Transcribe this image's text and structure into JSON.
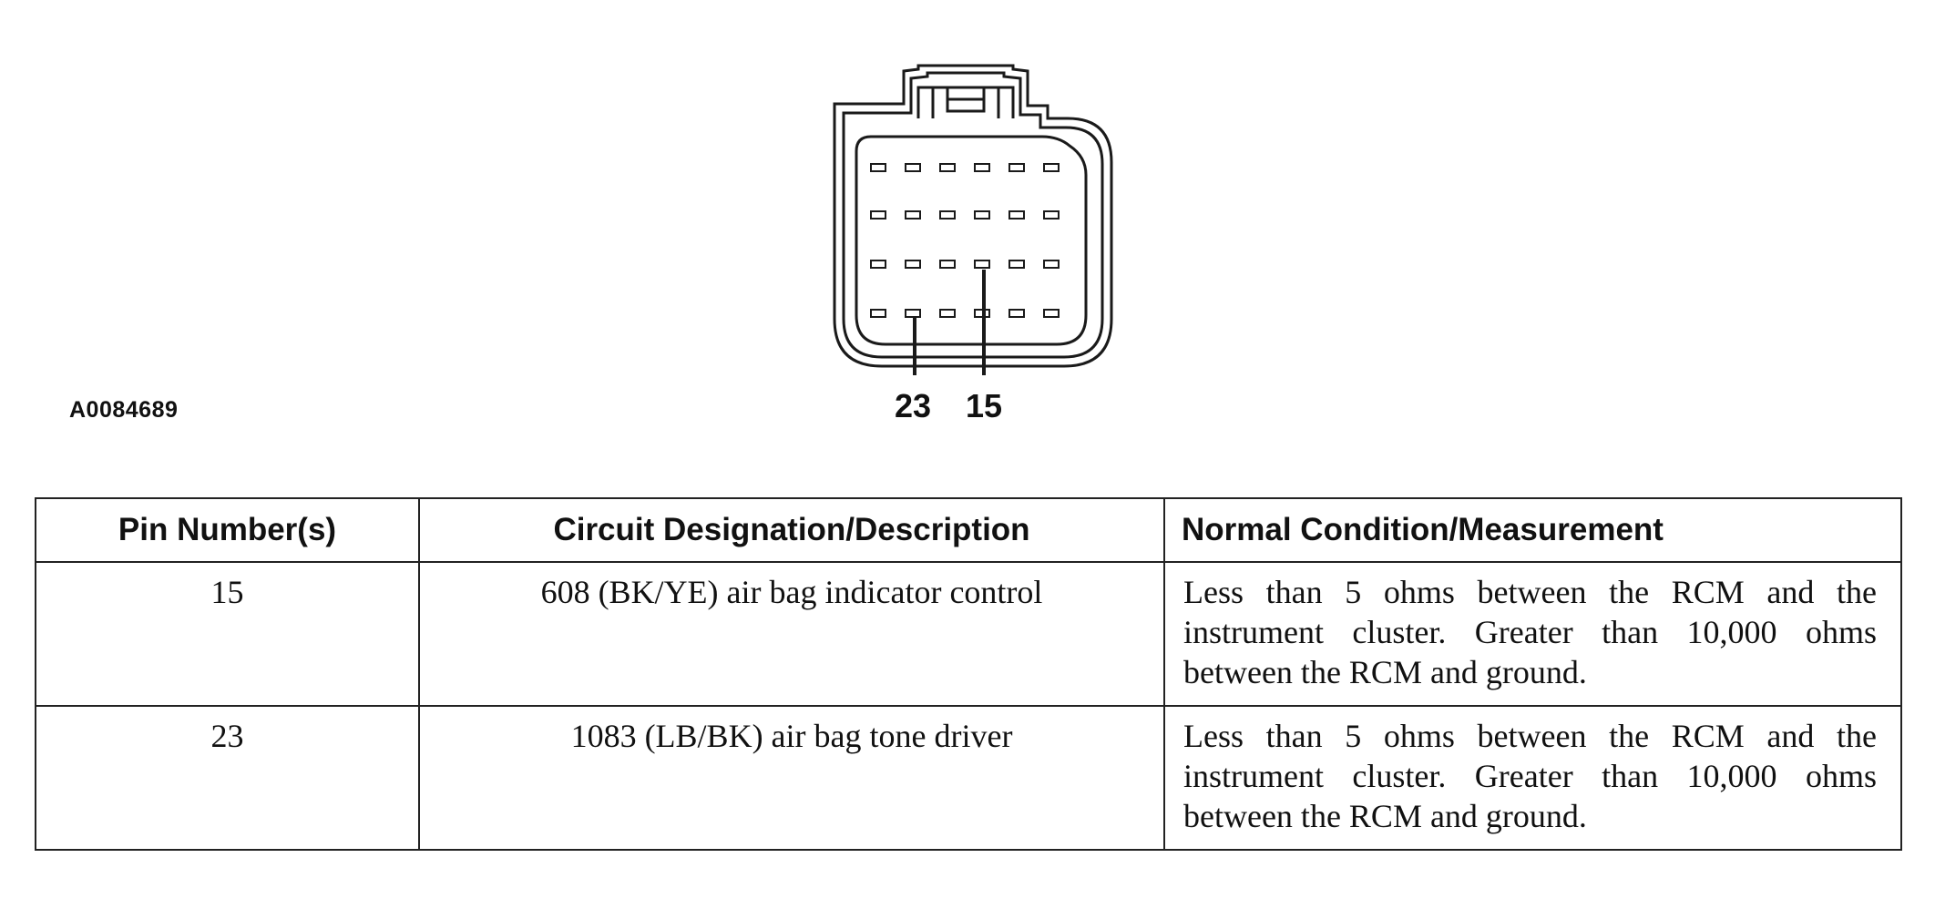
{
  "figure": {
    "id": "A0084689",
    "callouts": [
      "23",
      "15"
    ]
  },
  "table": {
    "headers": {
      "pin": "Pin Number(s)",
      "circuit": "Circuit Designation/Description",
      "condition": "Normal Condition/Measurement"
    },
    "rows": [
      {
        "pin": "15",
        "circuit": "608 (BK/YE) air bag indicator control",
        "condition": "Less than 5 ohms between the RCM and the instrument cluster. Greater than 10,000 ohms between the RCM and ground."
      },
      {
        "pin": "23",
        "circuit": "1083 (LB/BK) air bag tone driver",
        "condition": "Less than 5 ohms between the RCM and the instrument cluster. Greater than 10,000 ohms between the RCM and ground."
      }
    ]
  },
  "colors": {
    "line": "#1a1a1a",
    "background": "#ffffff"
  }
}
